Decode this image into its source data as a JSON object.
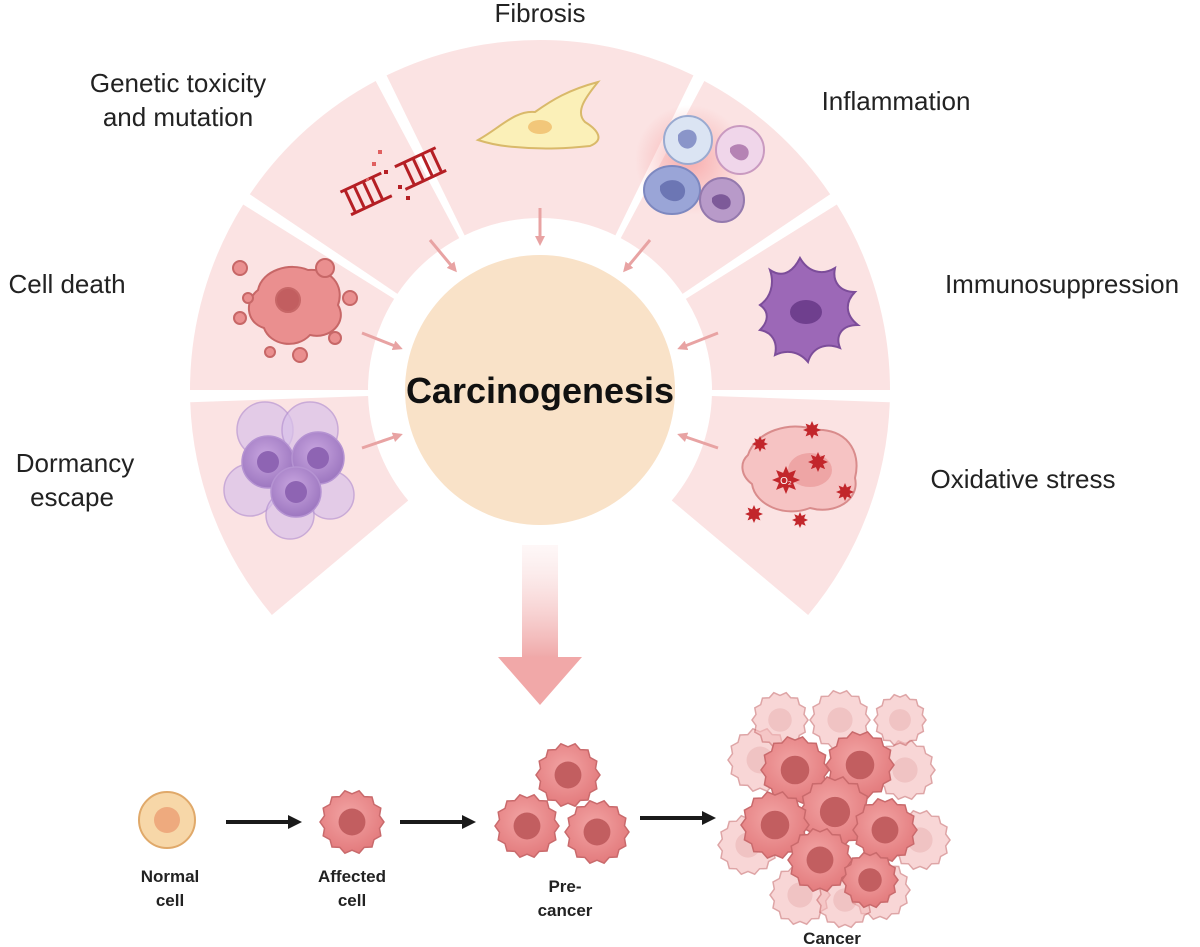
{
  "center": {
    "title": "Carcinogenesis"
  },
  "factors": {
    "fibrosis": "Fibrosis",
    "genetic_line1": "Genetic toxicity",
    "genetic_line2": "and mutation",
    "inflammation": "Inflammation",
    "cell_death": "Cell death",
    "immunosuppression": "Immunosuppression",
    "dormancy_line1": "Dormancy",
    "dormancy_line2": "escape",
    "oxidative": "Oxidative stress"
  },
  "oxygen_symbol": "O₂",
  "stages": {
    "normal_line1": "Normal",
    "normal_line2": "cell",
    "affected_line1": "Affected",
    "affected_line2": "cell",
    "pre_line1": "Pre-",
    "pre_line2": "cancer",
    "cancer": "Cancer"
  },
  "colors": {
    "segment_fill": "#fbe3e3",
    "center_fill": "#f9e2c8",
    "arrow_pink": "#e8a3a3",
    "cell_pink": "#e98b8b",
    "cell_nucleus": "#c25e60",
    "purple": "#a57cc4"
  }
}
